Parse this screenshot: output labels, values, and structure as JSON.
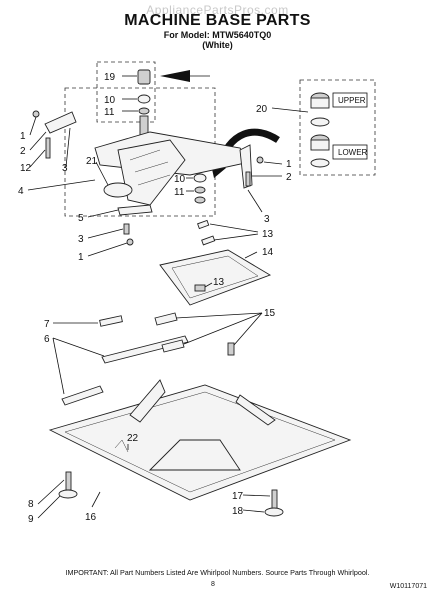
{
  "header": {
    "watermark": "AppliancePartsPros.com",
    "title": "MACHINE BASE PARTS",
    "model_line": "For Model: MTW5640TQ0",
    "color": "(White)"
  },
  "diagram": {
    "callouts": [
      "19",
      "10",
      "11",
      "20",
      "1",
      "2",
      "12",
      "3",
      "21",
      "4",
      "10",
      "11",
      "1",
      "2",
      "5",
      "3",
      "1",
      "3",
      "13",
      "14",
      "13",
      "7",
      "6",
      "15",
      "22",
      "8",
      "9",
      "16",
      "17",
      "18"
    ],
    "tags": {
      "upper": "UPPER",
      "lower": "LOWER"
    }
  },
  "footer": {
    "note": "IMPORTANT: All Part Numbers Listed Are Whirlpool Numbers. Source Parts Through Whirlpool.",
    "page": "8",
    "doc_number": "W10117071"
  }
}
